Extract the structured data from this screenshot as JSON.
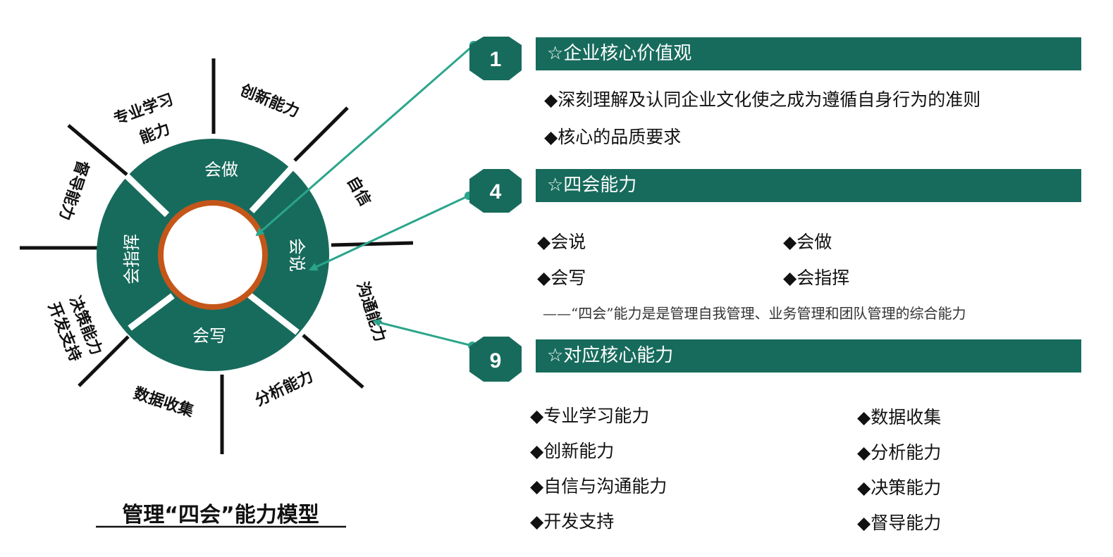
{
  "model": {
    "title": "管理“四会”能力模型",
    "inner": [
      "会做",
      "会说",
      "会写",
      "会指挥"
    ],
    "outer": [
      "专业学习",
      "能力",
      "创新能力",
      "自信",
      "督导能力",
      "沟通能力",
      "决策能力",
      "开发支持",
      "数据收集",
      "分析能力"
    ]
  },
  "badges": [
    "1",
    "4",
    "9"
  ],
  "sections": [
    {
      "banner": "☆企业核心价值观",
      "items": [
        "◆深刻理解及认同企业文化使之成为遵循自身行为的准则",
        "◆核心的品质要求"
      ]
    },
    {
      "banner": "☆四会能力",
      "items": [
        "◆会说",
        "◆会做",
        "◆会写",
        "◆会指挥"
      ],
      "note": "——“四会”能力是是管理自我管理、业务管理和团队管理的综合能力"
    },
    {
      "banner": "☆对应核心能力",
      "items": [
        "◆专业学习能力",
        "◆数据收集",
        "◆创新能力",
        "◆分析能力",
        "◆自信与沟通能力",
        "◆决策能力",
        "◆开发支持",
        "◆督导能力"
      ]
    }
  ],
  "colors": {
    "teal": "#176b5c",
    "ring": "#c4561a",
    "arrow": "#2aa58c"
  }
}
